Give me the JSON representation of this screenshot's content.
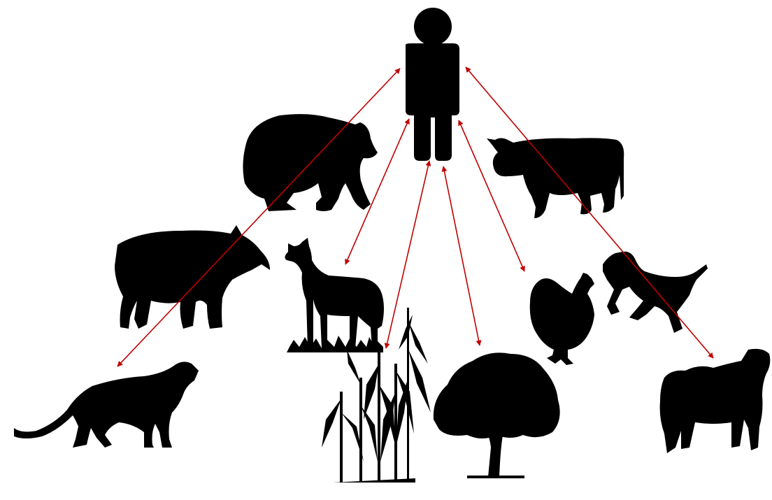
{
  "diagram": {
    "nodes": [
      {
        "id": "human",
        "icon": "human-icon"
      },
      {
        "id": "bear",
        "icon": "bear-icon"
      },
      {
        "id": "cow",
        "icon": "cow-icon"
      },
      {
        "id": "tapir",
        "icon": "tapir-icon"
      },
      {
        "id": "deer",
        "icon": "deer-icon"
      },
      {
        "id": "chicken",
        "icon": "chicken-icon"
      },
      {
        "id": "dog",
        "icon": "dog-icon"
      },
      {
        "id": "puma",
        "icon": "puma-icon"
      },
      {
        "id": "maize",
        "icon": "maize-icon"
      },
      {
        "id": "tree",
        "icon": "tree-icon"
      },
      {
        "id": "sheep",
        "icon": "sheep-icon"
      }
    ],
    "edges": [
      {
        "from": "human",
        "to": "puma",
        "style": "double-arrow"
      },
      {
        "from": "human",
        "to": "deer",
        "style": "double-arrow"
      },
      {
        "from": "human",
        "to": "maize",
        "style": "double-arrow"
      },
      {
        "from": "human",
        "to": "tree",
        "style": "double-arrow"
      },
      {
        "from": "human",
        "to": "chicken",
        "style": "double-arrow"
      },
      {
        "from": "human",
        "to": "sheep",
        "style": "double-arrow"
      }
    ],
    "colors": {
      "arrow": "#c00000",
      "silhouette": "#000000",
      "background": "#ffffff"
    }
  }
}
